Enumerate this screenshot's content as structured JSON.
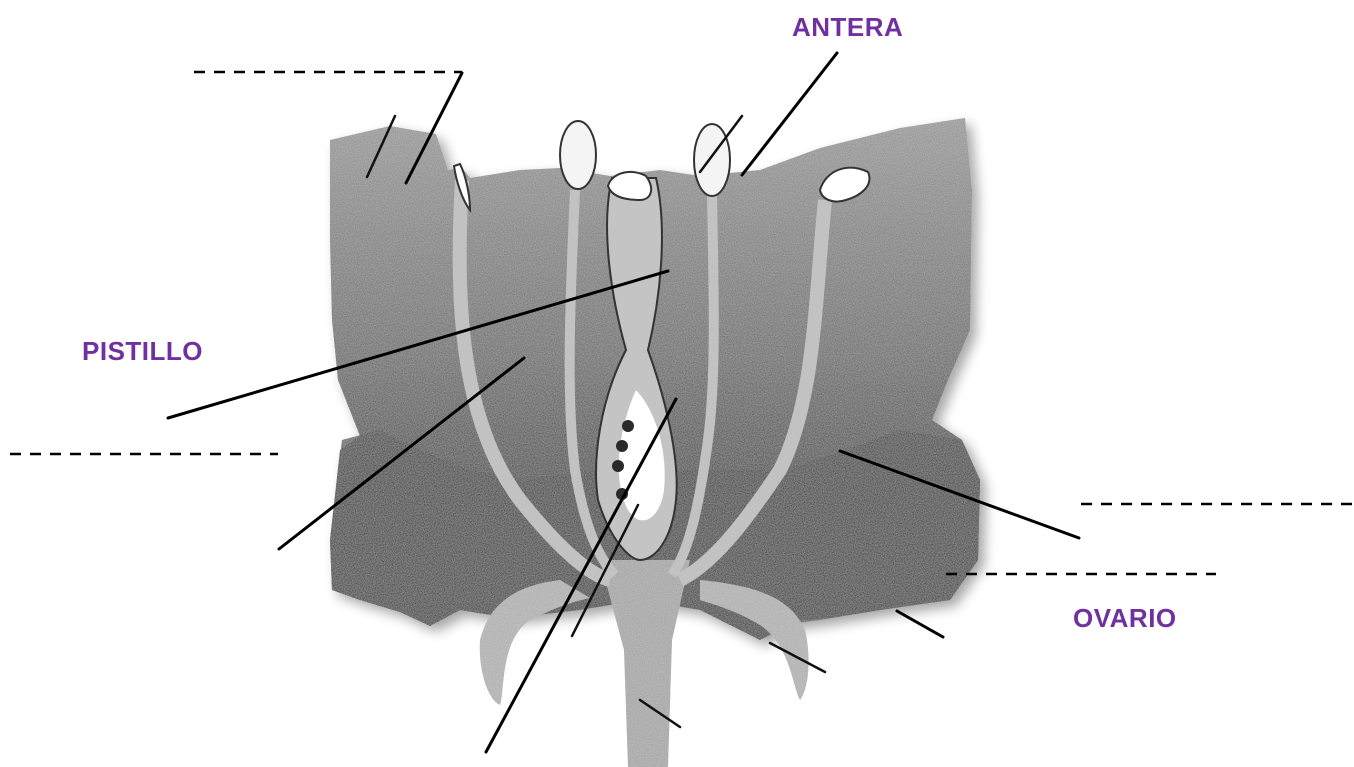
{
  "labels": {
    "antera": "ANTERA",
    "pistillo": "PISTILLO",
    "ovario": "OVARIO"
  },
  "colors": {
    "label": "#7030a0",
    "line": "#000000",
    "petal_dark": "#1c1c1c",
    "petal_mid": "#6e6e6e",
    "petal_light": "#9a9a9a",
    "structure": "#b9b9b9",
    "anther": "#f4f4f4"
  },
  "blank_count": 4,
  "diagram": "flower cross-section"
}
